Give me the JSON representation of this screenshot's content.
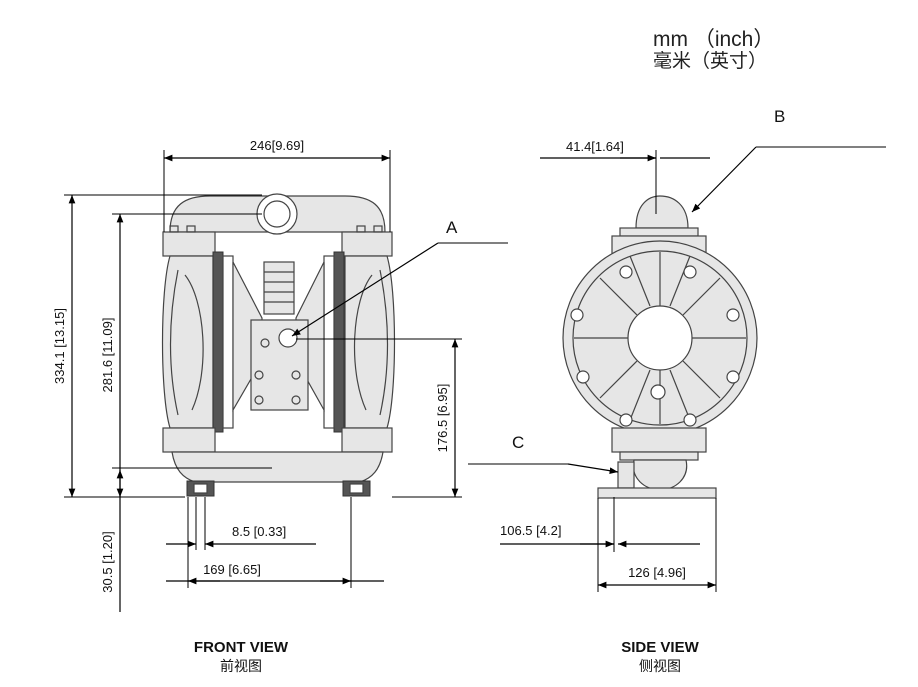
{
  "units": {
    "primary": "mm （inch）",
    "secondary": "毫米（英寸）"
  },
  "front_view": {
    "title": "FRONT VIEW",
    "subtitle": "前视图",
    "dims": {
      "width_top": "246[9.69]",
      "height_overall": "334.1 [13.15]",
      "height_outlet": "281.6 [11.09]",
      "height_air_inlet": "176.5 [6.95]",
      "height_inlet": "30.5 [1.20]",
      "foot_slot": "8.5 [0.33]",
      "mount_spacing": "169 [6.65]"
    },
    "callouts": {
      "a": "A"
    }
  },
  "side_view": {
    "title": "SIDE VIEW",
    "subtitle": "侧视图",
    "dims": {
      "top_offset": "41.4[1.64]",
      "inlet_offset": "106.5 [4.2]",
      "base_width": "126 [4.96]"
    },
    "callouts": {
      "b": "B",
      "c": "C"
    }
  }
}
